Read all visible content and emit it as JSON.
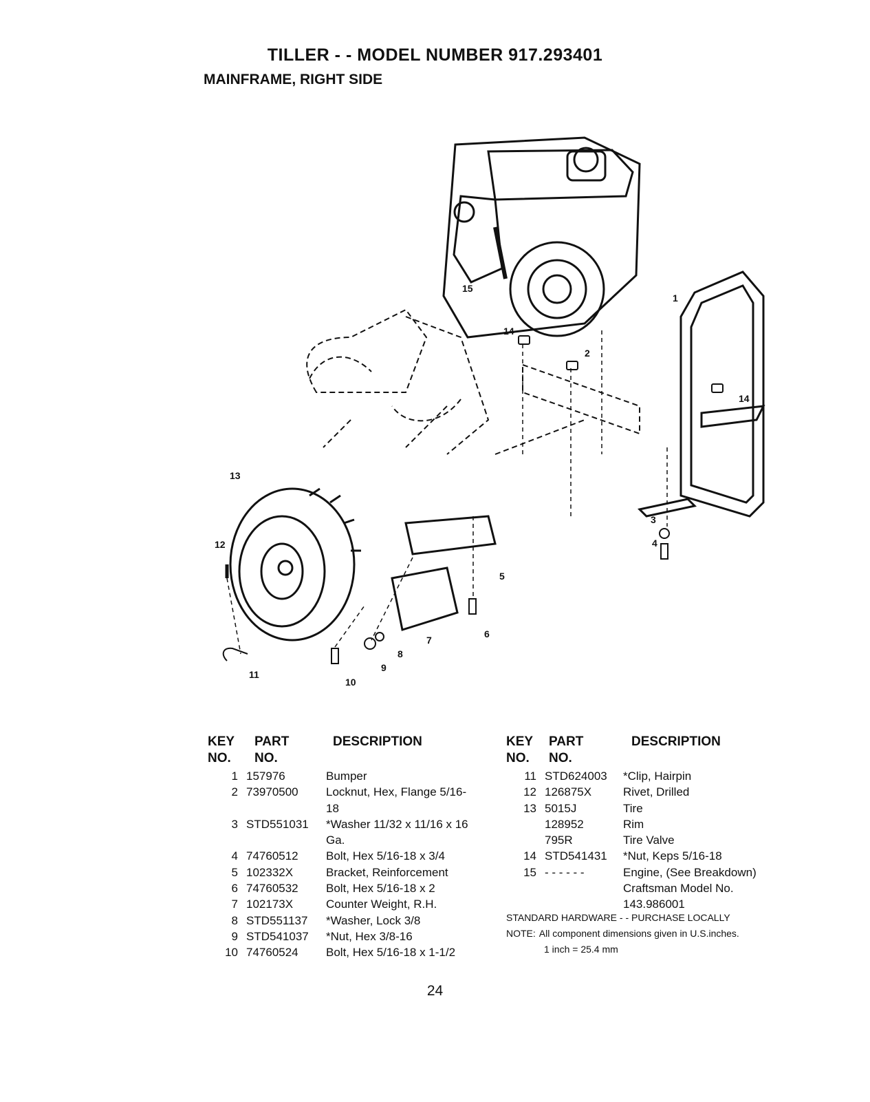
{
  "header": {
    "title": "TILLER - - MODEL NUMBER 917.293401",
    "section": "MAINFRAME, RIGHT SIDE"
  },
  "diagram": {
    "callouts": [
      "1",
      "2",
      "3",
      "4",
      "5",
      "6",
      "7",
      "8",
      "9",
      "10",
      "11",
      "12",
      "13",
      "14",
      "14",
      "15"
    ]
  },
  "table": {
    "headers": {
      "key_1": "KEY",
      "key_2": "NO.",
      "part_1": "PART",
      "part_2": "NO.",
      "description": "DESCRIPTION"
    },
    "left_rows": [
      {
        "key": "1",
        "part": "157976",
        "description": "Bumper"
      },
      {
        "key": "2",
        "part": "73970500",
        "description": "Locknut, Hex, Flange 5/16-\n18"
      },
      {
        "key": "3",
        "part": "STD551031",
        "description": "*Washer 11/32 x 11/16 x 16\nGa."
      },
      {
        "key": "4",
        "part": "74760512",
        "description": "Bolt, Hex 5/16-18 x 3/4"
      },
      {
        "key": "5",
        "part": "102332X",
        "description": "Bracket, Reinforcement"
      },
      {
        "key": "6",
        "part": "74760532",
        "description": "Bolt, Hex 5/16-18 x 2"
      },
      {
        "key": "7",
        "part": "102173X",
        "description": "Counter Weight, R.H."
      },
      {
        "key": "8",
        "part": "STD551137",
        "description": "*Washer, Lock 3/8"
      },
      {
        "key": "9",
        "part": "STD541037",
        "description": "*Nut, Hex 3/8-16"
      },
      {
        "key": "10",
        "part": "74760524",
        "description": "Bolt, Hex 5/16-18 x 1-1/2"
      }
    ],
    "right_rows": [
      {
        "key": "11",
        "part": "STD624003",
        "description": "*Clip, Hairpin"
      },
      {
        "key": "12",
        "part": "126875X",
        "description": "Rivet, Drilled"
      },
      {
        "key": "13",
        "part": "5015J",
        "description": "Tire"
      },
      {
        "key": "",
        "part": "128952",
        "description": "Rim"
      },
      {
        "key": "",
        "part": "795R",
        "description": "Tire Valve"
      },
      {
        "key": "14",
        "part": "STD541431",
        "description": "*Nut, Keps 5/16-18"
      },
      {
        "key": "15",
        "part": "- - - - - -",
        "description": "Engine, (See Breakdown)\nCraftsman Model No.\n143.986001"
      }
    ]
  },
  "notes": {
    "standard_hardware": "STANDARD HARDWARE - - PURCHASE LOCALLY",
    "note_label": "NOTE:",
    "note_text": "All component dimensions given in U.S.inches.",
    "conversion": "1 inch = 25.4 mm"
  },
  "page_number": "24"
}
